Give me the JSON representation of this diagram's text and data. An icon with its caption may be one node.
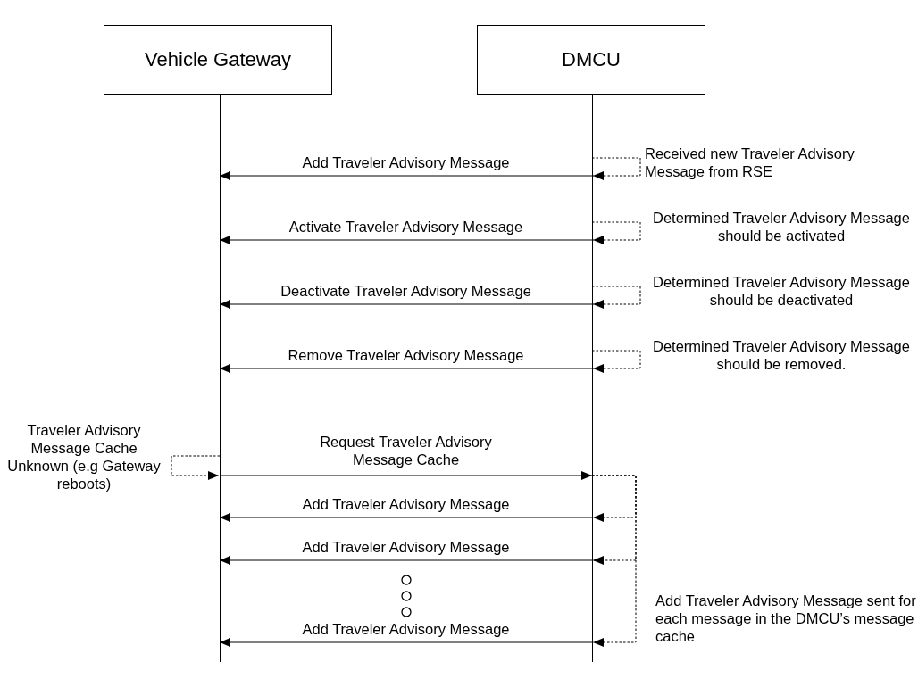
{
  "diagram": {
    "nodes": [
      {
        "text": [
          "Vehicle Gateway"
        ]
      },
      {
        "text": [
          "DMCU"
        ]
      }
    ],
    "edges": [
      {
        "from": 1,
        "to": 1,
        "arrow": "to",
        "style": "dashed",
        "label": "Received new Traveler Advisory Message from RSE"
      },
      {
        "from": 1,
        "to": 0,
        "arrow": "to",
        "label": "Add Traveler Advisory Message"
      },
      {
        "from": 1,
        "to": 1,
        "arrow": "to",
        "style": "dashed",
        "label": "Determined Traveler Advisory Message should be activated"
      },
      {
        "from": 1,
        "to": 0,
        "arrow": "to",
        "label": "Activate Traveler Advisory Message"
      },
      {
        "from": 1,
        "to": 1,
        "arrow": "to",
        "style": "dashed",
        "label": "Determined Traveler Advisory Message should be deactivated"
      },
      {
        "from": 1,
        "to": 0,
        "arrow": "to",
        "label": "Deactivate Traveler Advisory Message"
      },
      {
        "from": 1,
        "to": 1,
        "arrow": "to",
        "style": "dashed",
        "label": "Determined Traveler Advisory Message should be removed."
      },
      {
        "from": 1,
        "to": 0,
        "arrow": "to",
        "label": "Remove Traveler Advisory Message"
      },
      {
        "from": 0,
        "to": 0,
        "arrow": "to",
        "style": "dashed",
        "label": "Traveler Advisory Message Cache Unknown (e.g Gateway reboots)"
      },
      {
        "from": 0,
        "to": 1,
        "arrow": "to",
        "label": "Request Traveler Advisory Message Cache"
      },
      {
        "from": 1,
        "to": 1,
        "arrow": "to",
        "style": "dashed"
      },
      {
        "from": 1,
        "to": 0,
        "arrow": "to",
        "label": "Add Traveler Advisory Message"
      },
      {
        "from": 1,
        "to": 1,
        "arrow": "to",
        "style": "dashed"
      },
      {
        "from": 1,
        "to": 0,
        "arrow": "to",
        "label": "Add Traveler Advisory Message"
      },
      {
        "from": 1,
        "to": 1,
        "arrow": "to",
        "style": "dashed"
      },
      {
        "from": 1,
        "to": 0,
        "arrow": "to",
        "label": "Add Traveler Advisory Message"
      }
    ],
    "labels": [
      "Add Traveler Advisory Message sent for each message in the DMCU’s message cache"
    ]
  }
}
